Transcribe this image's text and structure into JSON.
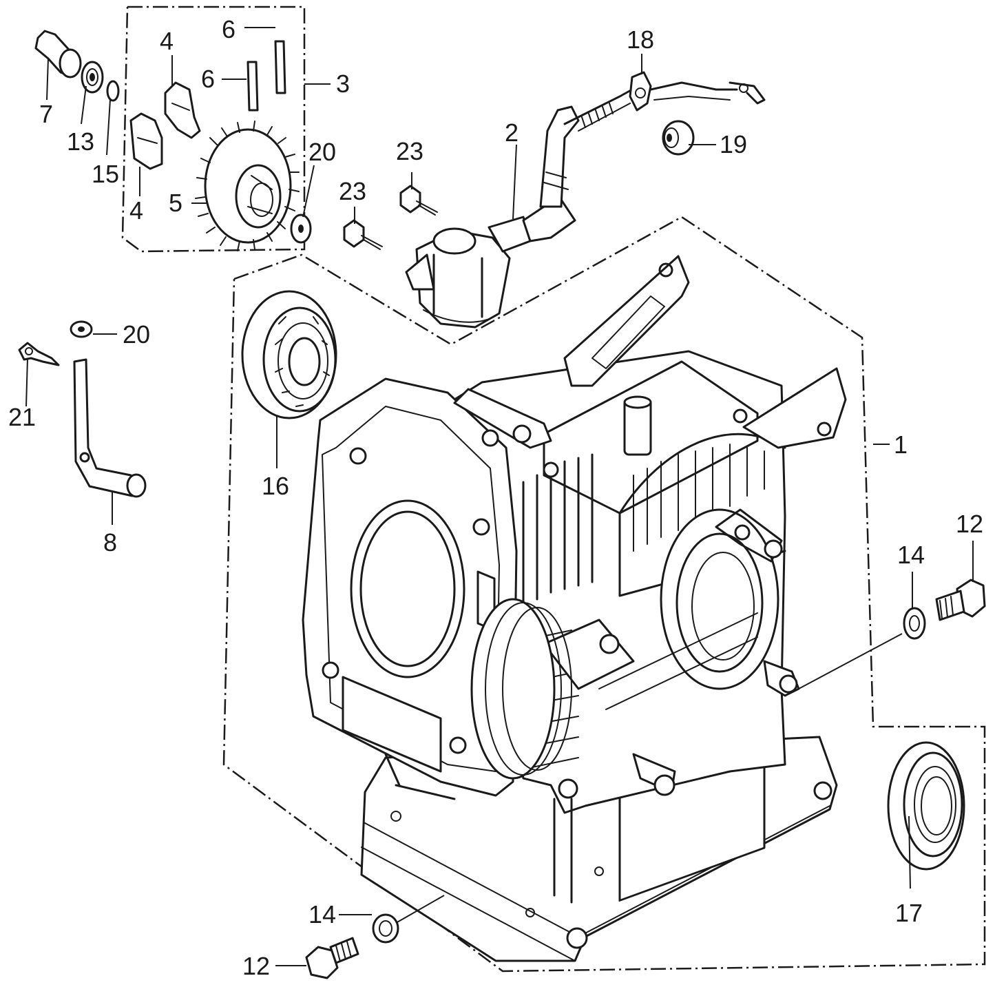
{
  "diagram": {
    "callouts": {
      "c1": "1",
      "c2": "2",
      "c3": "3",
      "c4a": "4",
      "c4b": "4",
      "c5": "5",
      "c6a": "6",
      "c6b": "6",
      "c7": "7",
      "c8": "8",
      "c12a": "12",
      "c12b": "12",
      "c13": "13",
      "c14a": "14",
      "c14b": "14",
      "c15": "15",
      "c16": "16",
      "c17": "17",
      "c18": "18",
      "c19": "19",
      "c20a": "20",
      "c20b": "20",
      "c21": "21",
      "c23a": "23",
      "c23b": "23"
    }
  }
}
